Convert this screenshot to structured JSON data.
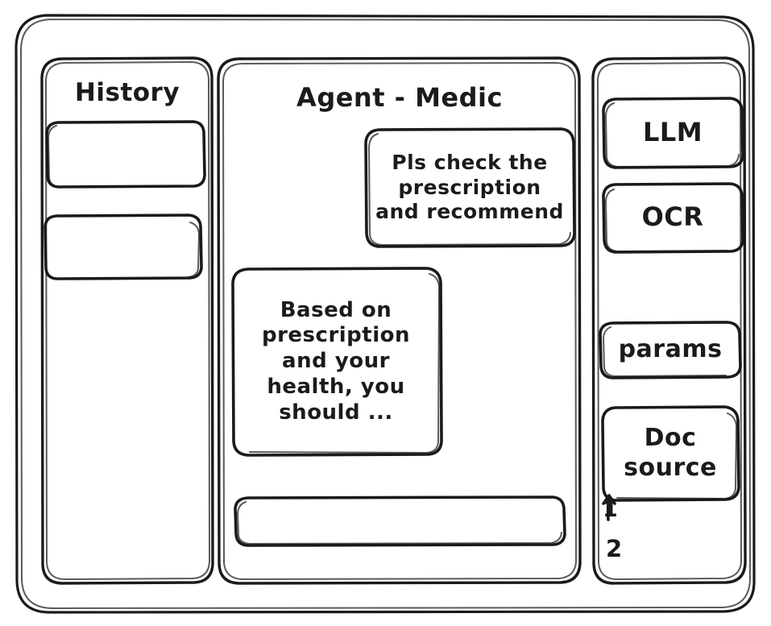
{
  "style": {
    "look": "hand-drawn-wireframe",
    "ink": "#1a1a1a",
    "paper": "#ffffff"
  },
  "window": {
    "frame_name": "app-window"
  },
  "sidebar_left": {
    "title": "History",
    "items": [
      {
        "label": ""
      },
      {
        "label": ""
      }
    ]
  },
  "main": {
    "title": "Agent - Medic",
    "messages": [
      {
        "role": "user",
        "align": "right",
        "lines": [
          "Pls check the",
          "prescription",
          "and recommend"
        ],
        "text": "Pls check the prescription and recommend"
      },
      {
        "role": "assistant",
        "align": "left",
        "lines": [
          "Based on",
          "prescription",
          "and your",
          "health, you",
          "should ..."
        ],
        "text": "Based on prescription and your health, you should ..."
      }
    ],
    "composer": {
      "value": "",
      "placeholder": ""
    }
  },
  "sidebar_right": {
    "tools": [
      {
        "label": "LLM"
      },
      {
        "label": "OCR"
      }
    ],
    "settings": [
      {
        "label": "params"
      }
    ],
    "doc_source": {
      "lines": [
        "Doc",
        "source"
      ],
      "label": "Doc source",
      "items": [
        {
          "marker": "1",
          "label": ""
        },
        {
          "marker": "2",
          "label": ""
        }
      ]
    }
  }
}
